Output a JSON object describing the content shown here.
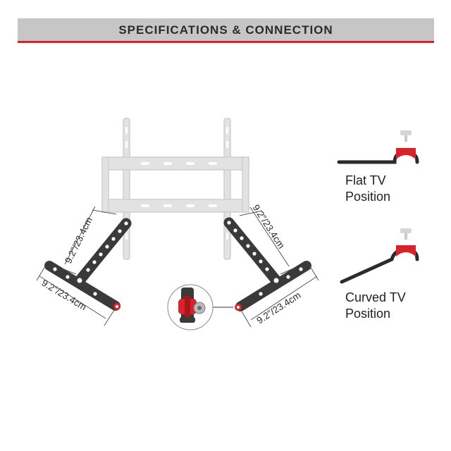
{
  "header": {
    "title": "SPECIFICATIONS & CONNECTION"
  },
  "dimensions": {
    "left_upright": "9.2”/23.4cm",
    "left_horizontal": "9.2”/23.4cm",
    "right_upright": "9.2”/23.4cm",
    "right_horizontal": "9.2”/23.4cm"
  },
  "positions": {
    "flat": {
      "line1": "Flat TV",
      "line2": "Position"
    },
    "curved": {
      "line1": "Curved TV",
      "line2": "Position"
    }
  },
  "colors": {
    "accent": "#d9232b",
    "bracket": "#3a3a3a",
    "mount": "#dcdcdc",
    "header_bg": "#c6c6c6"
  }
}
